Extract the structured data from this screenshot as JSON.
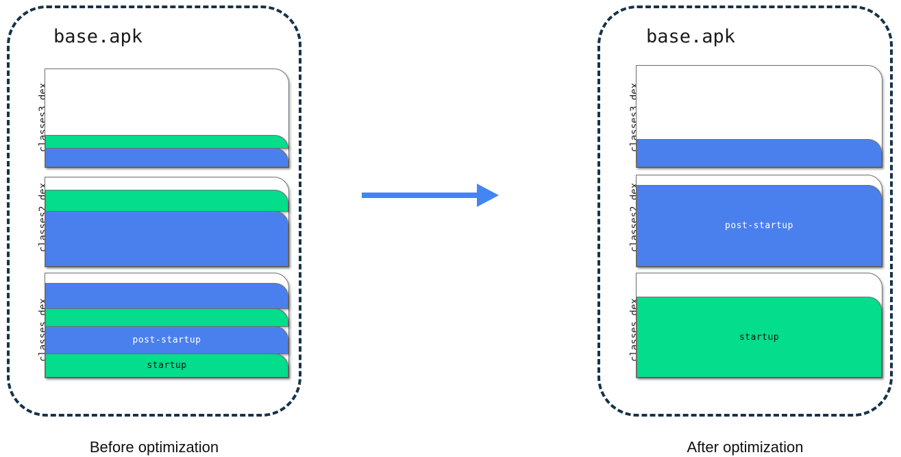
{
  "colors": {
    "startup_green": "#03DD8C",
    "post_startup_blue": "#4A80EE",
    "panel_border": "#15334a",
    "block_outline": "#6e6e6e",
    "arrow": "#4285F4",
    "background": "#ffffff"
  },
  "arrow": {
    "name": "right-arrow",
    "direction": "right",
    "color": "#4285F4"
  },
  "panels": [
    {
      "id": "before",
      "title": "base.apk",
      "caption": "Before optimization",
      "dex_files": [
        {
          "name": "classes3.dex",
          "bands": [
            {
              "type": "empty",
              "label": "",
              "color": "#ffffff"
            },
            {
              "type": "startup",
              "label": "",
              "color": "#03DD8C"
            },
            {
              "type": "post-startup",
              "label": "",
              "color": "#4A80EE"
            }
          ]
        },
        {
          "name": "classes2.dex",
          "bands": [
            {
              "type": "empty",
              "label": "",
              "color": "#ffffff"
            },
            {
              "type": "startup",
              "label": "",
              "color": "#03DD8C"
            },
            {
              "type": "post-startup",
              "label": "",
              "color": "#4A80EE"
            }
          ]
        },
        {
          "name": "classes.dex",
          "bands": [
            {
              "type": "empty",
              "label": "",
              "color": "#ffffff"
            },
            {
              "type": "post-startup",
              "label": "",
              "color": "#4A80EE"
            },
            {
              "type": "startup",
              "label": "",
              "color": "#03DD8C"
            },
            {
              "type": "post-startup",
              "label": "post-startup",
              "color": "#4A80EE"
            },
            {
              "type": "startup",
              "label": "startup",
              "color": "#03DD8C"
            }
          ]
        }
      ]
    },
    {
      "id": "after",
      "title": "base.apk",
      "caption": "After optimization",
      "dex_files": [
        {
          "name": "classes3.dex",
          "bands": [
            {
              "type": "empty",
              "label": "",
              "color": "#ffffff"
            },
            {
              "type": "post-startup",
              "label": "",
              "color": "#4A80EE"
            }
          ]
        },
        {
          "name": "classes2.dex",
          "bands": [
            {
              "type": "empty",
              "label": "",
              "color": "#ffffff"
            },
            {
              "type": "post-startup",
              "label": "post-startup",
              "color": "#4A80EE"
            }
          ]
        },
        {
          "name": "classes.dex",
          "bands": [
            {
              "type": "empty",
              "label": "",
              "color": "#ffffff"
            },
            {
              "type": "startup",
              "label": "startup",
              "color": "#03DD8C"
            }
          ]
        }
      ]
    }
  ]
}
